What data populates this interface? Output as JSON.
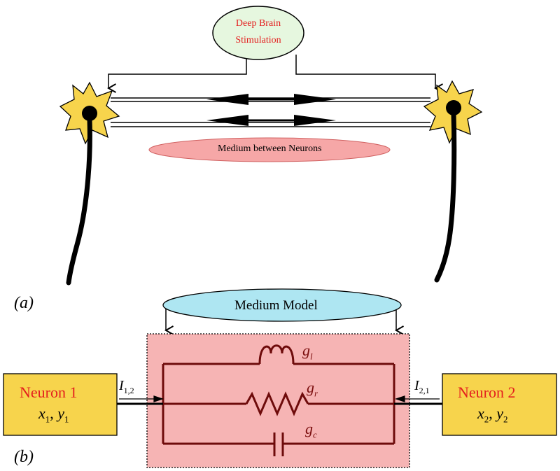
{
  "panel_a": {
    "label": "(a)",
    "dbs": {
      "line1": "Deep Brain",
      "line2": "Stimulation"
    },
    "medium_text": "Medium between Neurons",
    "colors": {
      "dbs_fill": "#e6f7df",
      "medium_fill": "#f6a7a7",
      "neuron_fill": "#f7d44c",
      "dbs_text": "#e41e1e"
    }
  },
  "panel_b": {
    "label": "(b)",
    "medium_model": "Medium Model",
    "neuron1": {
      "name": "Neuron 1",
      "var1": "x",
      "sub1": "1",
      "var2": "y",
      "sub2": "1"
    },
    "neuron2": {
      "name": "Neuron 2",
      "var1": "x",
      "sub1": "2",
      "var2": "y",
      "sub2": "2"
    },
    "current12": {
      "sym": "I",
      "sub": "1,2"
    },
    "current21": {
      "sym": "I",
      "sub": "2,1"
    },
    "gl": {
      "sym": "g",
      "sub": "l"
    },
    "gr": {
      "sym": "g",
      "sub": "r"
    },
    "gc": {
      "sym": "g",
      "sub": "c"
    },
    "colors": {
      "ellipse_fill": "#aee6f2",
      "box_fill": "#f6b4b4",
      "neuron_fill": "#f7d44c",
      "wire": "#6e0b0b",
      "neuron_text": "#e41e1e"
    }
  }
}
